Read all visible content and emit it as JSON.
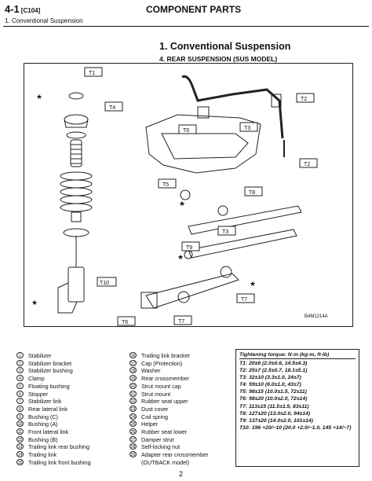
{
  "header": {
    "section": "4-1",
    "code": "[C104]",
    "subtitle": "1. Conventional Suspension",
    "category": "COMPONENT PARTS"
  },
  "title": "1. Conventional Suspension",
  "subtitle": "4. REAR SUSPENSION (SUS MODEL)",
  "diagram_ref": "B4M1214A",
  "tags": [
    "T1",
    "T2",
    "T2",
    "T3",
    "T3",
    "T4",
    "T5",
    "T6",
    "T6",
    "T7",
    "T7",
    "T8",
    "T9",
    "T10"
  ],
  "legend_left": [
    {
      "n": "1",
      "label": "Stabilizer"
    },
    {
      "n": "2",
      "label": "Stabilizer bracket"
    },
    {
      "n": "3",
      "label": "Stabilizer bushing"
    },
    {
      "n": "4",
      "label": "Clamp"
    },
    {
      "n": "5",
      "label": "Floating bushing"
    },
    {
      "n": "6",
      "label": "Stopper"
    },
    {
      "n": "7",
      "label": "Stabilizer link"
    },
    {
      "n": "8",
      "label": "Rear lateral link"
    },
    {
      "n": "9",
      "label": "Bushing (C)"
    },
    {
      "n": "10",
      "label": "Bushing (A)"
    },
    {
      "n": "11",
      "label": "Front lateral link"
    },
    {
      "n": "12",
      "label": "Bushing (B)"
    },
    {
      "n": "13",
      "label": "Trailing link rear bushing"
    },
    {
      "n": "14",
      "label": "Trailing link"
    },
    {
      "n": "15",
      "label": "Trailing link front bushing"
    }
  ],
  "legend_right": [
    {
      "n": "16",
      "label": "Trailing link bracket"
    },
    {
      "n": "17",
      "label": "Cap (Protection)"
    },
    {
      "n": "18",
      "label": "Washer"
    },
    {
      "n": "19",
      "label": "Rear crossmember"
    },
    {
      "n": "20",
      "label": "Strut mount cap"
    },
    {
      "n": "21",
      "label": "Strut mount"
    },
    {
      "n": "22",
      "label": "Rubber seat upper"
    },
    {
      "n": "23",
      "label": "Dust cover"
    },
    {
      "n": "24",
      "label": "Coil spring"
    },
    {
      "n": "25",
      "label": "Helper"
    },
    {
      "n": "26",
      "label": "Rubber seat lower"
    },
    {
      "n": "27",
      "label": "Damper strut"
    },
    {
      "n": "28",
      "label": "Self-locking nut"
    },
    {
      "n": "29",
      "label": "Adapter rear crossmember"
    },
    {
      "n": "",
      "label": "(OUTBACK model)"
    }
  ],
  "torque": {
    "heading": "Tightening torque: N·m (kg-m, ft-lb)",
    "rows": [
      "T1: 20±6 (2.0±0.6, 14.5±4.3)",
      "T2: 25±7 (2.5±0.7, 18.1±5.1)",
      "T3: 32±10 (3.3±1.0, 24±7)",
      "T4: 59±10 (6.0±1.0, 43±7)",
      "T5: 98±15 (10.0±1.5, 72±11)",
      "T6: 98±20 (10.0±2.0, 72±14)",
      "T7: 113±15 (11.5±1.5, 83±11)",
      "T8: 127±20 (13.0±2.0, 94±14)",
      "T9: 137±20 (14.0±2.0, 101±14)",
      "T10: 196 +20/−10 (20.0 +2.0/−1.0, 145 +14/−7)"
    ]
  },
  "page_number": "2"
}
